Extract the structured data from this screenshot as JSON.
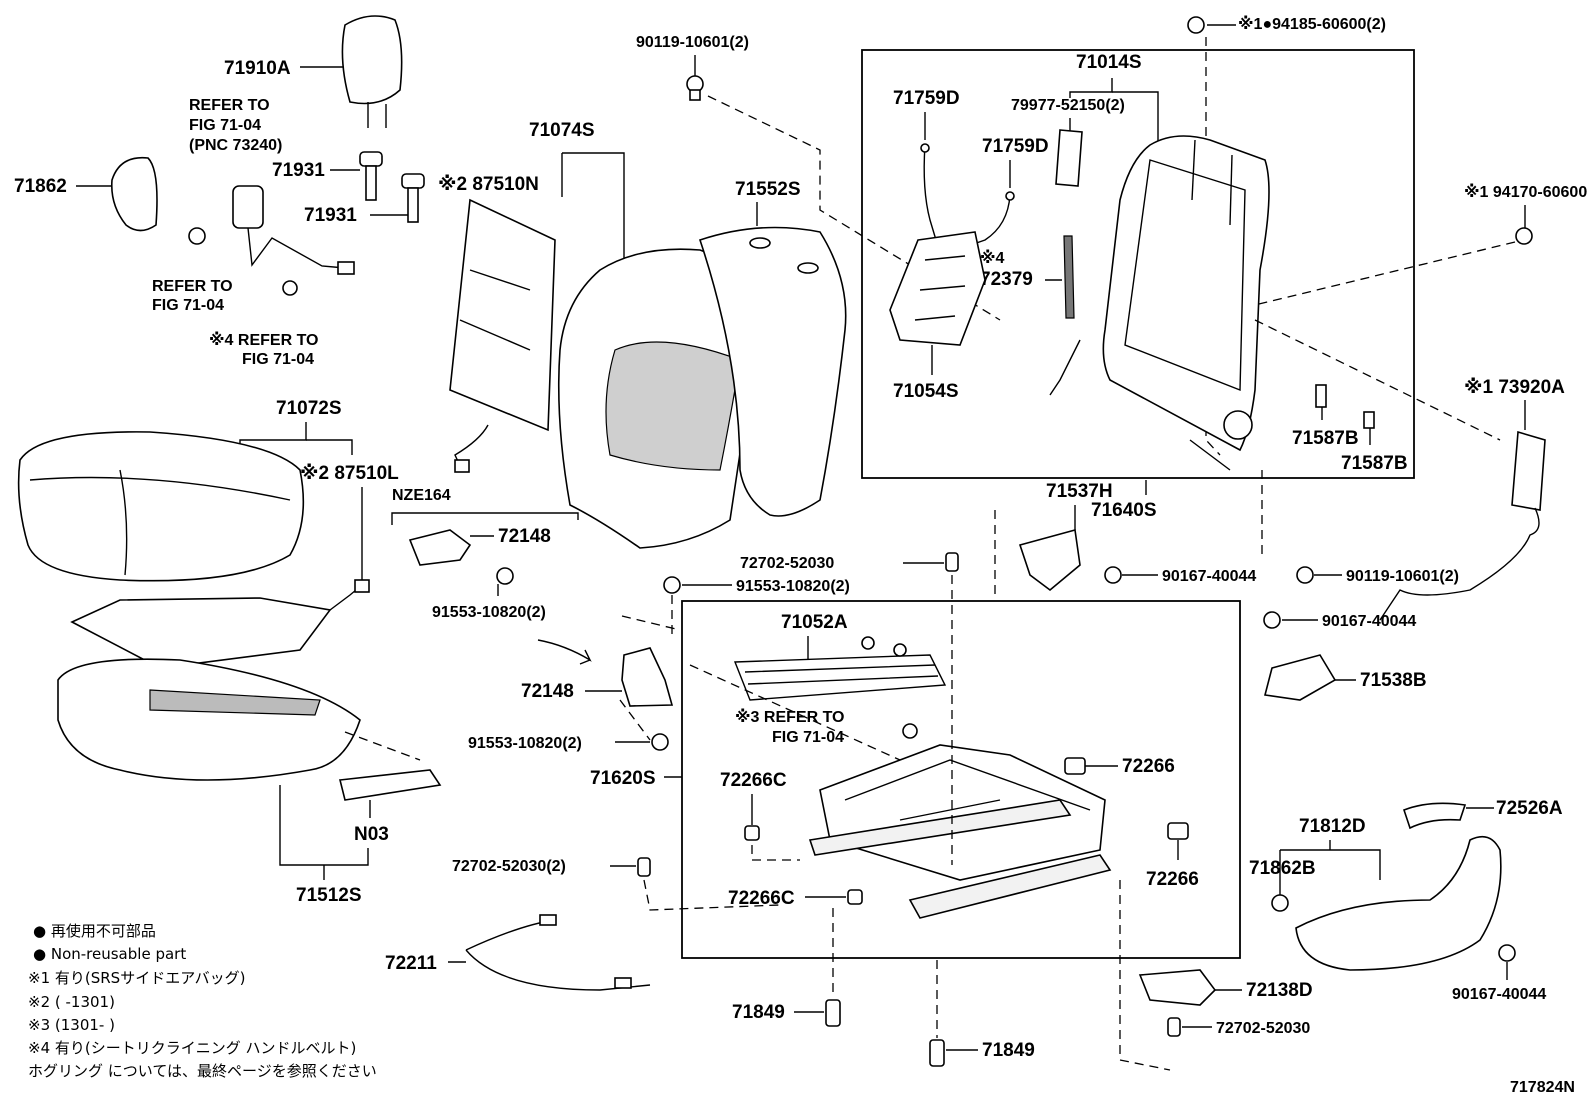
{
  "callouts": {
    "c71910A": "71910A",
    "c_refer_pnc": [
      "REFER TO",
      "FIG 71-04",
      "(PNC 73240)"
    ],
    "c71931a": "71931",
    "c71931b": "71931",
    "c71862": "71862",
    "c_refer_b": [
      "REFER TO",
      "FIG 71-04"
    ],
    "c_refer_c": [
      "※4 REFER TO",
      "FIG 71-04"
    ],
    "c71074S": "71074S",
    "c87510N": "※2 87510N",
    "c71552S": "71552S",
    "c90119_top": "90119-10601(2)",
    "c94185": "※1●94185-60600(2)",
    "c71014S": "71014S",
    "c79977": "79977-52150(2)",
    "c71759D_a": "71759D",
    "c71759D_b": "71759D",
    "c72379": [
      "※4",
      "72379"
    ],
    "c71054S": "71054S",
    "c94170": "※1 94170-60600",
    "c73920A": "※1 73920A",
    "c71587B_a": "71587B",
    "c71587B_b": "71587B",
    "c71072S": "71072S",
    "c87510L": "※2 87510L",
    "c_nze164": "NZE164",
    "c72148_a": "72148",
    "c91553_a": "91553-10820(2)",
    "c91553_b": "91553-10820(2)",
    "c72702_a": "72702-52030",
    "c71537H": "71537H",
    "c71640S": "71640S",
    "c90167_a": "90167-40044",
    "c90119_b": "90119-10601(2)",
    "c90167_b": "90167-40044",
    "c71538B": "71538B",
    "c71052A": "71052A",
    "c72148_b": "72148",
    "c_refer_d": [
      "※3 REFER TO",
      "FIG 71-04"
    ],
    "c91553_c": "91553-10820(2)",
    "c71620S": "71620S",
    "c72266C_a": "72266C",
    "c72266_a": "72266",
    "c72266_b": "72266",
    "c72266C_b": "72266C",
    "cN03": "N03",
    "c71512S": "71512S",
    "c72702_b": "72702-52030(2)",
    "c72211": "72211",
    "c71849_a": "71849",
    "c71849_b": "71849",
    "c72138D": "72138D",
    "c72702_c": "72702-52030",
    "c71812D": "71812D",
    "c72526A": "72526A",
    "c71862B": "71862B",
    "c90167_c": "90167-40044",
    "c_fig_no": "717824N"
  },
  "legend": [
    "● 再使用不可部品",
    "● Non-reusable part",
    "※1 有り(SRSサイドエアバッグ)",
    "※2 (      -1301)",
    "※3 (1301-      )",
    "※4 有り(シートリクライニング ハンドルベルト)",
    "ホグリング については、最終ページを参照ください"
  ]
}
